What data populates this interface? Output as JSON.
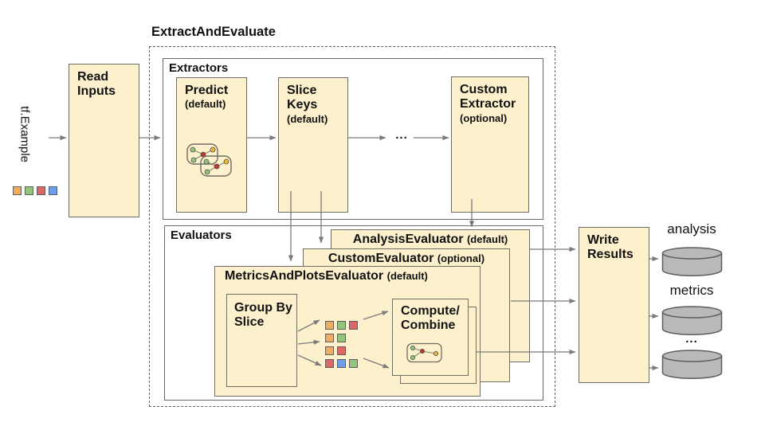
{
  "title": "ExtractAndEvaluate",
  "colors": {
    "orange": "#f0ab5d",
    "green": "#93c47d",
    "red": "#e06666",
    "blue": "#6d9eeb",
    "box_fill": "#fdf0cc",
    "box_stroke": "#6e6e64",
    "arrow": "#7a7a7a",
    "cylinder_fill": "#b9b9b9",
    "node_red": "#c0392b",
    "node_yellow": "#e9b73b"
  },
  "input": {
    "label": "tf.Example",
    "legend": [
      "orange",
      "green",
      "red",
      "blue"
    ]
  },
  "read_inputs": {
    "title": "Read Inputs"
  },
  "pipeline": {
    "extractors": {
      "title": "Extractors",
      "predict": {
        "title": "Predict",
        "sub": "(default)"
      },
      "slice_keys": {
        "title": "Slice Keys",
        "sub": "(default)"
      },
      "ellipsis": "...",
      "custom_extractor": {
        "title": "Custom Extractor",
        "sub": "(optional)"
      }
    },
    "evaluators": {
      "title": "Evaluators",
      "analysis_evaluator": {
        "title": "AnalysisEvaluator",
        "sub": "(default)"
      },
      "custom_evaluator": {
        "title": "CustomEvaluator",
        "sub": "(optional)"
      },
      "metrics_and_plots_evaluator": {
        "title": "MetricsAndPlotsEvaluator",
        "sub": "(default)"
      },
      "group_by_slice": {
        "title": "Group By Slice"
      },
      "compute_combine": {
        "line1": "Compute/",
        "line2": "Combine"
      },
      "slice_rows": [
        [
          "orange",
          "green",
          "red"
        ],
        [
          "orange",
          "green"
        ],
        [
          "orange",
          "red"
        ],
        [
          "red",
          "blue",
          "green"
        ]
      ]
    }
  },
  "write_results": {
    "title": "Write Results"
  },
  "outputs": {
    "items": [
      {
        "label": "analysis"
      },
      {
        "label": "metrics"
      },
      {
        "label": "..."
      }
    ]
  }
}
